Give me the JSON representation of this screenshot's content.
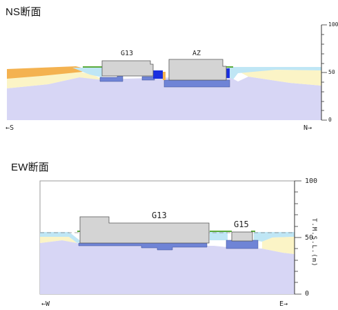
{
  "ns_section": {
    "title": "NS断面",
    "left_direction": "←S",
    "right_direction": "N→",
    "buildings": [
      "G13",
      "AZ"
    ],
    "scale": {
      "top": "100",
      "mid": "50",
      "bottom": "0"
    }
  },
  "ew_section": {
    "title": "EW断面",
    "left_direction": "←W",
    "right_direction": "E→",
    "buildings": [
      "G13",
      "G15"
    ],
    "scale": {
      "top": "100",
      "mid": "50",
      "bottom": "0"
    },
    "axis_label": "T.M.S.L.(m)"
  },
  "colors": {
    "bedrock": "#d7d6f5",
    "sand_yellow": "#fbf4c6",
    "sand_orange": "#f4b250",
    "water_light": "#bfe6f5",
    "green_fill": "#5aaa3a",
    "building_gray": "#d4d4d4",
    "foundation_blue": "#6f84d6",
    "blue_bright": "#1a2fe0"
  }
}
